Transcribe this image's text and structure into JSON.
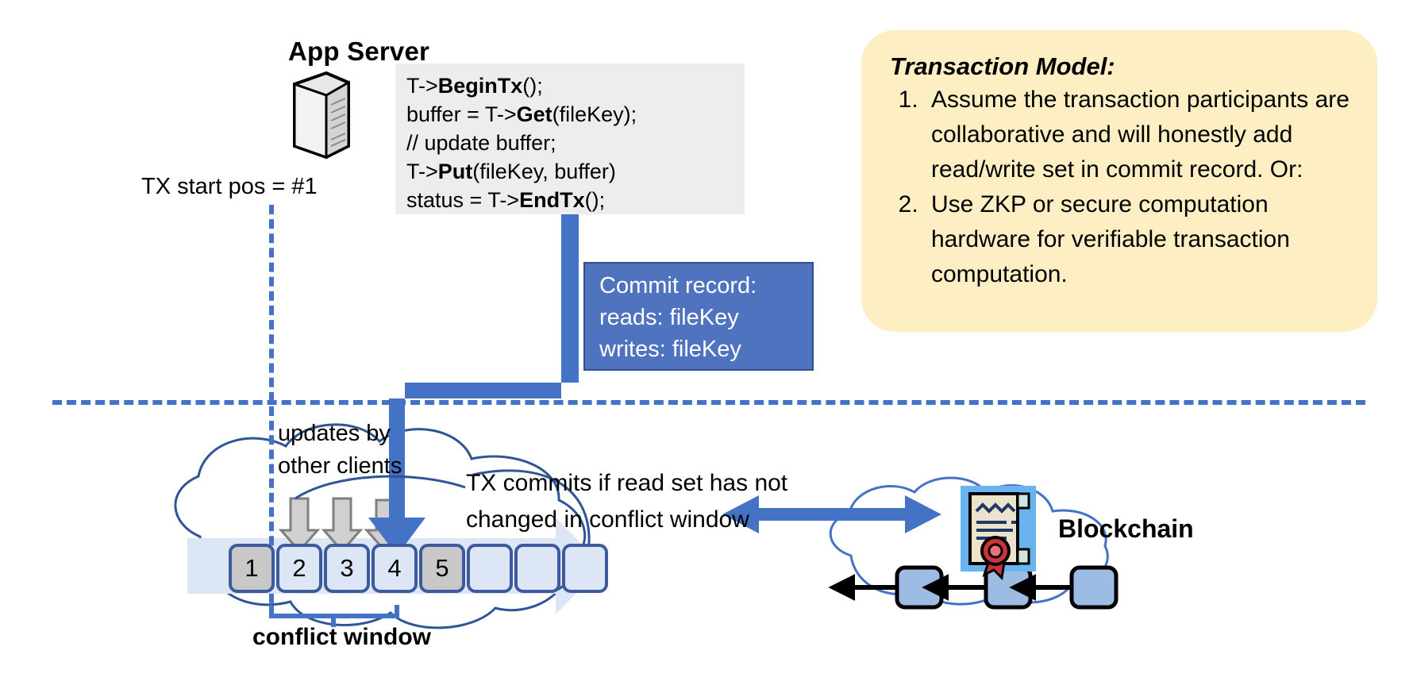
{
  "diagram": {
    "app_server": {
      "title": "App Server",
      "server_icon": "server-tower-icon",
      "code_lines": [
        {
          "pre": "T->",
          "bold": "BeginTx",
          "post": "();"
        },
        {
          "pre": "buffer = T->",
          "bold": "Get",
          "post": "(fileKey);"
        },
        {
          "pre": "// update buffer;",
          "bold": "",
          "post": ""
        },
        {
          "pre": "T->",
          "bold": "Put",
          "post": "(fileKey, buffer)"
        },
        {
          "pre": "status = T->",
          "bold": "EndTx",
          "post": "();"
        }
      ]
    },
    "tx_start_pos_label": "TX start pos = #1",
    "commit_record": {
      "lines": [
        "Commit record:",
        "reads: fileKey",
        "writes: fileKey"
      ]
    },
    "transaction_model": {
      "title": "Transaction Model:",
      "items": [
        "Assume the transaction participants are collaborative and will honestly add read/write set in commit record.  Or:",
        "Use ZKP or secure computation hardware for verifiable transaction computation."
      ]
    },
    "labels": {
      "updates_line1": "updates by",
      "updates_line2": "other clients",
      "commits_line1": "TX commits if read set has not",
      "commits_line2": "changed in conflict window",
      "conflict_window": "conflict window",
      "blockchain": "Blockchain"
    },
    "log": {
      "entries": [
        {
          "label": "1",
          "state": "filled"
        },
        {
          "label": "2",
          "state": "empty"
        },
        {
          "label": "3",
          "state": "empty"
        },
        {
          "label": "4",
          "state": "empty"
        },
        {
          "label": "5",
          "state": "filled"
        },
        {
          "label": "",
          "state": "empty"
        },
        {
          "label": "",
          "state": "empty"
        },
        {
          "label": "",
          "state": "empty"
        }
      ]
    },
    "blockchain": {
      "certificate_icon": "certificate-seal-icon",
      "blocks": [
        "block",
        "block",
        "block"
      ]
    },
    "colors": {
      "accent_blue": "#4472c4",
      "commit_box": "#4f73bf",
      "callout_yellow": "#fdeec4",
      "code_bg": "#ededed",
      "filled_entry": "#c8c8c8",
      "empty_entry": "#dce6f5",
      "block_fill": "#9dbce3",
      "cloud_stroke": "#2f5597"
    }
  }
}
